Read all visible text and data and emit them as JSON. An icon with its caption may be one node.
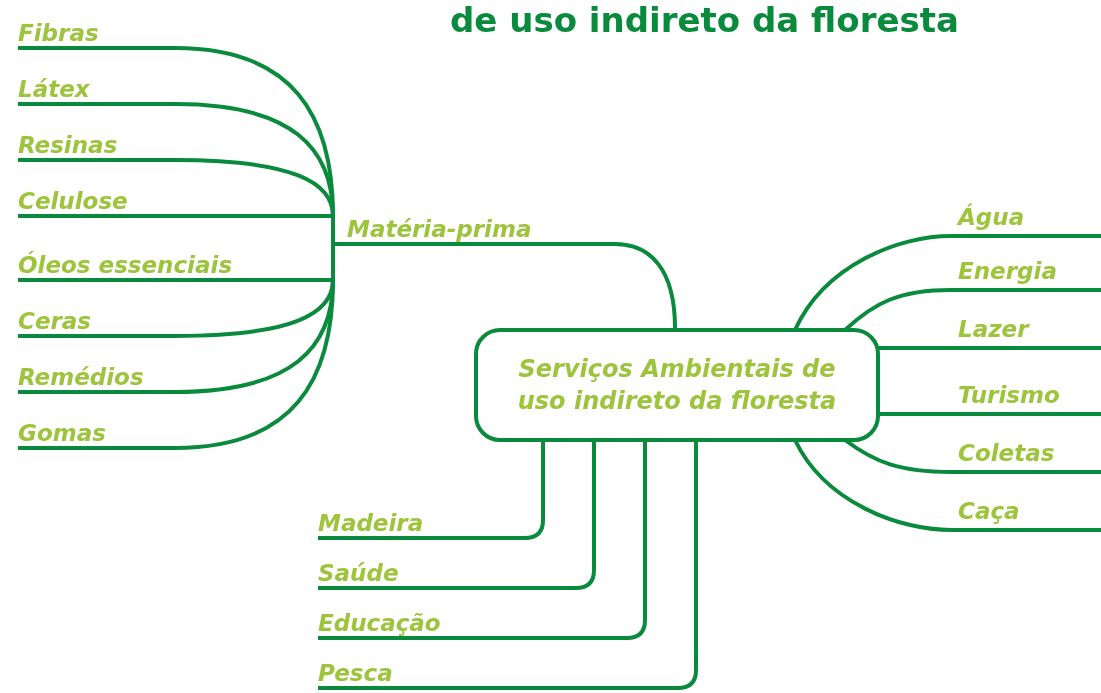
{
  "diagram": {
    "title": "de uso indireto da floresta",
    "nodes": [
      {
        "text": [
          "Serviços Ambientais de uso indireto da floresta"
        ]
      },
      {
        "text": [
          "Matéria-prima"
        ]
      },
      {
        "text": [
          "Fibras"
        ]
      },
      {
        "text": [
          "Látex"
        ]
      },
      {
        "text": [
          "Resinas"
        ]
      },
      {
        "text": [
          "Celulose"
        ]
      },
      {
        "text": [
          "Óleos essenciais"
        ]
      },
      {
        "text": [
          "Ceras"
        ]
      },
      {
        "text": [
          "Remédios"
        ]
      },
      {
        "text": [
          "Gomas"
        ]
      },
      {
        "text": [
          "Água"
        ]
      },
      {
        "text": [
          "Energia"
        ]
      },
      {
        "text": [
          "Lazer"
        ]
      },
      {
        "text": [
          "Turismo"
        ]
      },
      {
        "text": [
          "Coletas"
        ]
      },
      {
        "text": [
          "Caça"
        ]
      },
      {
        "text": [
          "Madeira"
        ]
      },
      {
        "text": [
          "Saúde"
        ]
      },
      {
        "text": [
          "Educação"
        ]
      },
      {
        "text": [
          "Pesca"
        ]
      }
    ],
    "edges": [
      {
        "from": 0,
        "to": 1,
        "arrow": "none"
      },
      {
        "from": 1,
        "to": 2,
        "arrow": "none"
      },
      {
        "from": 1,
        "to": 3,
        "arrow": "none"
      },
      {
        "from": 1,
        "to": 4,
        "arrow": "none"
      },
      {
        "from": 1,
        "to": 5,
        "arrow": "none"
      },
      {
        "from": 1,
        "to": 6,
        "arrow": "none"
      },
      {
        "from": 1,
        "to": 7,
        "arrow": "none"
      },
      {
        "from": 1,
        "to": 8,
        "arrow": "none"
      },
      {
        "from": 1,
        "to": 9,
        "arrow": "none"
      },
      {
        "from": 0,
        "to": 10,
        "arrow": "none"
      },
      {
        "from": 0,
        "to": 11,
        "arrow": "none"
      },
      {
        "from": 0,
        "to": 12,
        "arrow": "none"
      },
      {
        "from": 0,
        "to": 13,
        "arrow": "none"
      },
      {
        "from": 0,
        "to": 14,
        "arrow": "none"
      },
      {
        "from": 0,
        "to": 15,
        "arrow": "none"
      },
      {
        "from": 0,
        "to": 16,
        "arrow": "none"
      },
      {
        "from": 0,
        "to": 17,
        "arrow": "none"
      },
      {
        "from": 0,
        "to": 18,
        "arrow": "none"
      },
      {
        "from": 0,
        "to": 19,
        "arrow": "none"
      }
    ]
  }
}
